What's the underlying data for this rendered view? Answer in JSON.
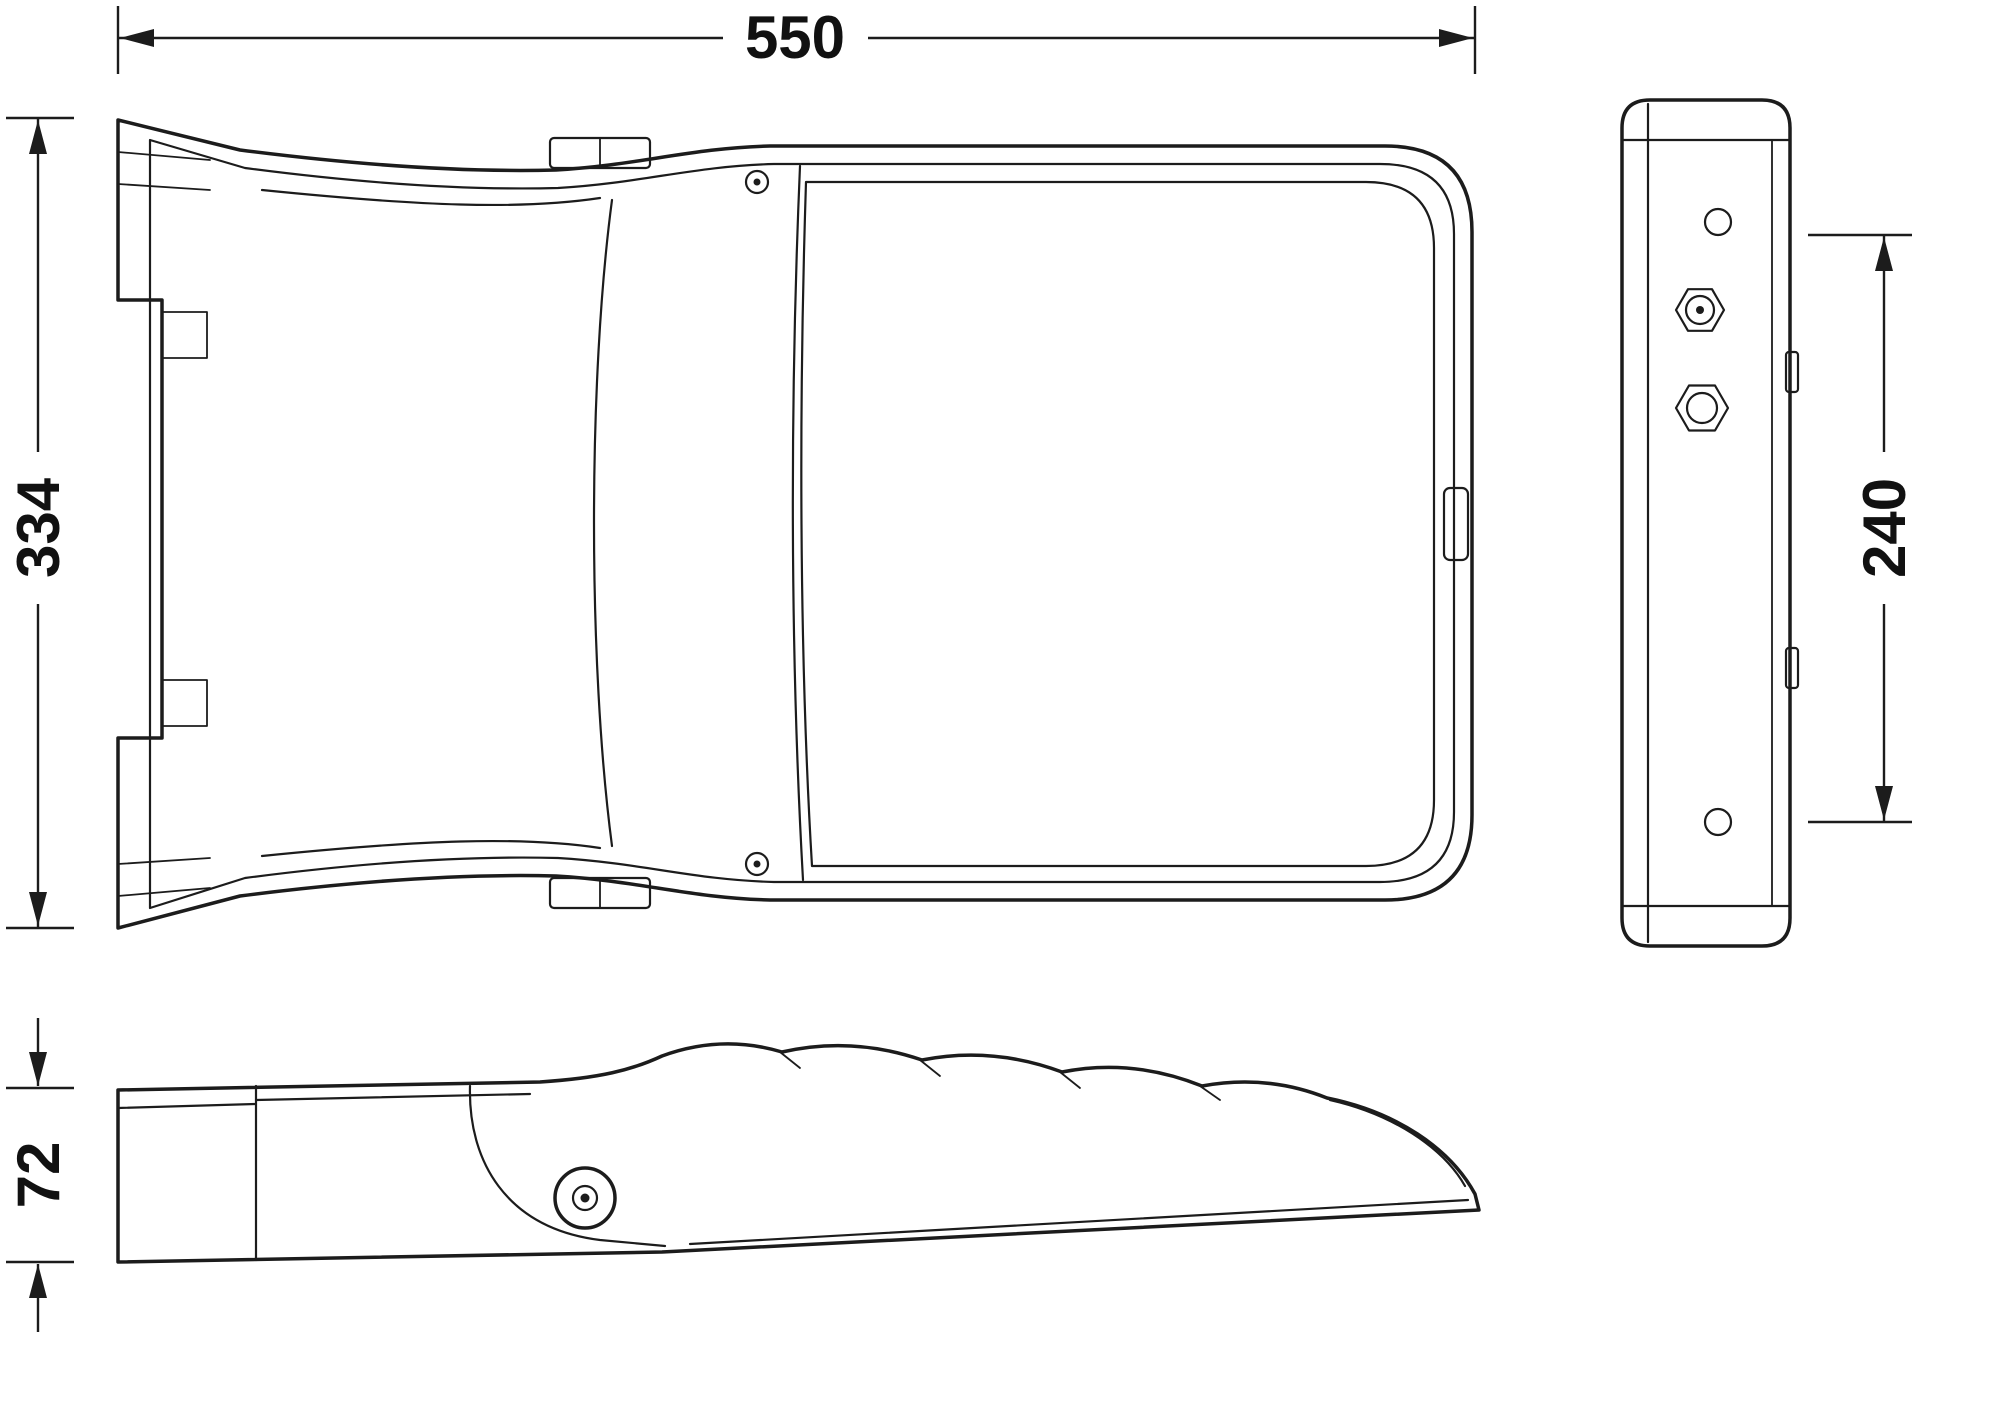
{
  "drawing": {
    "ink_color": "#1c1c1c",
    "background_color": "#ffffff",
    "dimensions": {
      "overall_width": {
        "label": "550"
      },
      "overall_depth": {
        "label": "334"
      },
      "bracket_span": {
        "label": "240"
      },
      "end_height": {
        "label": "72"
      }
    }
  }
}
